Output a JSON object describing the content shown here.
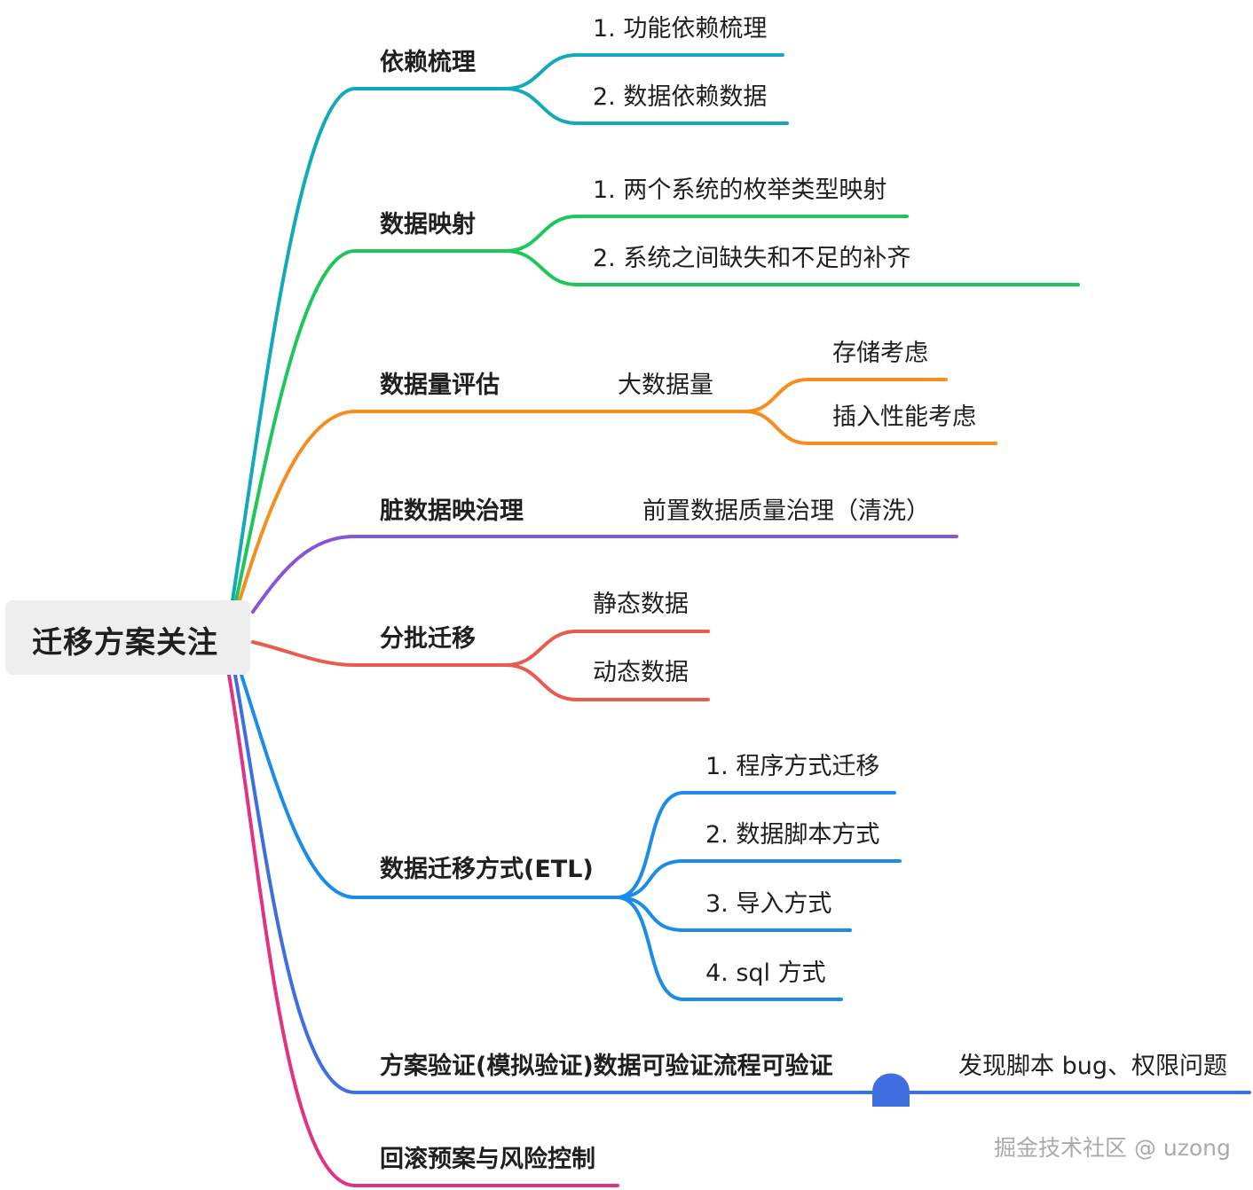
{
  "root": {
    "label": "迁移方案关注"
  },
  "colors": {
    "b1": "#12aab8",
    "b2": "#1fc75a",
    "b3": "#f68d1f",
    "b4": "#8457d9",
    "b5": "#e85c4e",
    "b6": "#1c8ce8",
    "b7": "#3f6ee0",
    "b8": "#e03382",
    "root_bg": "#eeeeee"
  },
  "branches": [
    {
      "label": "依赖梳理",
      "color": "b1",
      "children": [
        "1. 功能依赖梳理",
        "2. 数据依赖数据"
      ]
    },
    {
      "label": "数据映射",
      "color": "b2",
      "children": [
        "1. 两个系统的枚举类型映射",
        "2. 系统之间缺失和不足的补齐"
      ]
    },
    {
      "label": "数据量评估",
      "color": "b3",
      "child": "大数据量",
      "grandchildren": [
        "存储考虑",
        "插入性能考虑"
      ]
    },
    {
      "label": "脏数据映治理",
      "color": "b4",
      "child": "前置数据质量治理（清洗）"
    },
    {
      "label": "分批迁移",
      "color": "b5",
      "children": [
        "静态数据",
        "动态数据"
      ]
    },
    {
      "label": "数据迁移方式(ETL)",
      "color": "b6",
      "children": [
        "1. 程序方式迁移",
        "2. 数据脚本方式",
        "3. 导入方式",
        "4. sql 方式"
      ]
    },
    {
      "label": "方案验证(模拟验证)数据可验证流程可验证",
      "color": "b7",
      "child": "发现脚本 bug、权限问题",
      "collapsed": true
    },
    {
      "label": "回滚预案与风险控制",
      "color": "b8"
    }
  ],
  "watermark": "掘金技术社区 @ uzong"
}
